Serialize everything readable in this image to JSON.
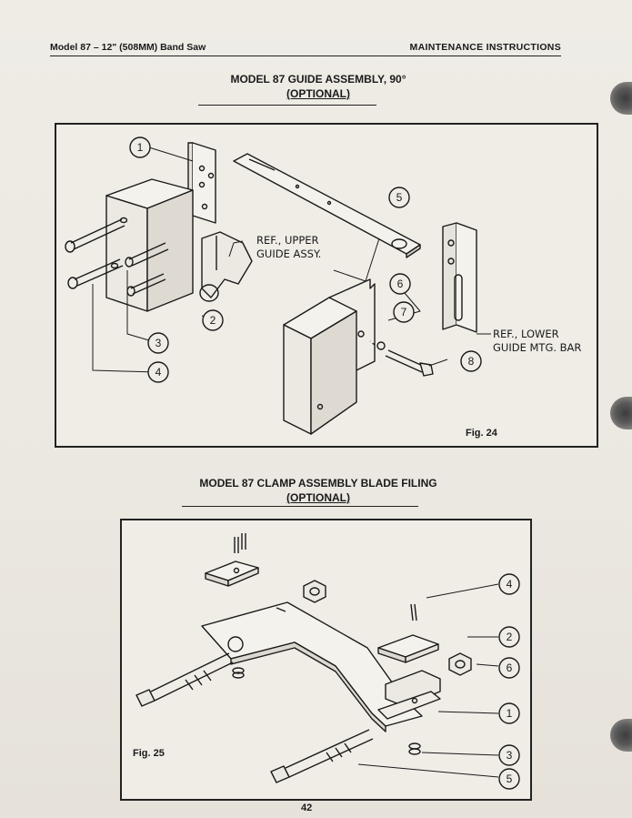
{
  "header": {
    "left": "Model 87 – 12\" (508MM) Band Saw",
    "right": "MAINTENANCE INSTRUCTIONS"
  },
  "section1": {
    "title": "MODEL 87 GUIDE ASSEMBLY, 90°",
    "subtitle": "(OPTIONAL)",
    "figure_label": "Fig. 24",
    "callouts": [
      "1",
      "2",
      "3",
      "4",
      "5",
      "6",
      "7",
      "8"
    ],
    "ref_upper_line1": "REF., UPPER",
    "ref_upper_line2": "GUIDE ASSY.",
    "ref_lower_line1": "REF., LOWER",
    "ref_lower_line2": "GUIDE MTG. BAR"
  },
  "section2": {
    "title": "MODEL 87 CLAMP ASSEMBLY BLADE FILING",
    "subtitle": "(OPTIONAL)",
    "figure_label": "Fig. 25",
    "callouts": [
      "1",
      "2",
      "3",
      "4",
      "5",
      "6"
    ]
  },
  "page_number": "42",
  "icons": [
    "binder-hole-icon"
  ]
}
